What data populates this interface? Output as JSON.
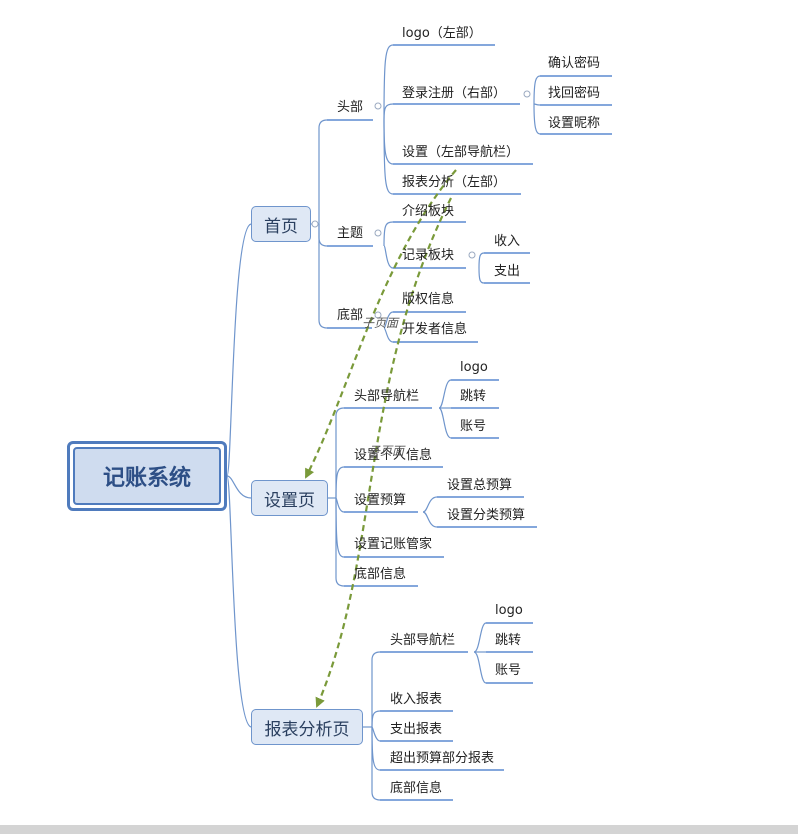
{
  "root": {
    "label": "记账系统"
  },
  "home": {
    "label": "首页",
    "header": {
      "label": "头部",
      "logo": "logo（左部）",
      "login": {
        "label": "登录注册（右部）",
        "children": [
          "确认密码",
          "找回密码",
          "设置昵称"
        ]
      },
      "settings": "设置（左部导航栏）",
      "report": "报表分析（左部）"
    },
    "theme": {
      "label": "主题",
      "intro": "介绍板块",
      "record": {
        "label": "记录板块",
        "children": [
          "收入",
          "支出"
        ]
      }
    },
    "footer": {
      "label": "底部",
      "children": [
        "版权信息",
        "开发者信息"
      ]
    }
  },
  "settings_page": {
    "label": "设置页",
    "nav": {
      "label": "头部导航栏",
      "children": [
        "logo",
        "跳转",
        "账号"
      ]
    },
    "personal": "设置个人信息",
    "budget": {
      "label": "设置预算",
      "children": [
        "设置总预算",
        "设置分类预算"
      ]
    },
    "manager": "设置记账管家",
    "footer": "底部信息"
  },
  "report_page": {
    "label": "报表分析页",
    "nav": {
      "label": "头部导航栏",
      "children": [
        "logo",
        "跳转",
        "账号"
      ]
    },
    "income": "收入报表",
    "expense": "支出报表",
    "over_budget": "超出预算部分报表",
    "footer": "底部信息"
  },
  "relations": {
    "label1": "子页面",
    "label2": "子页面"
  },
  "colors": {
    "branch": "#6f95cc",
    "underline": "#5b8ad0",
    "relation": "#7a9a3a"
  }
}
